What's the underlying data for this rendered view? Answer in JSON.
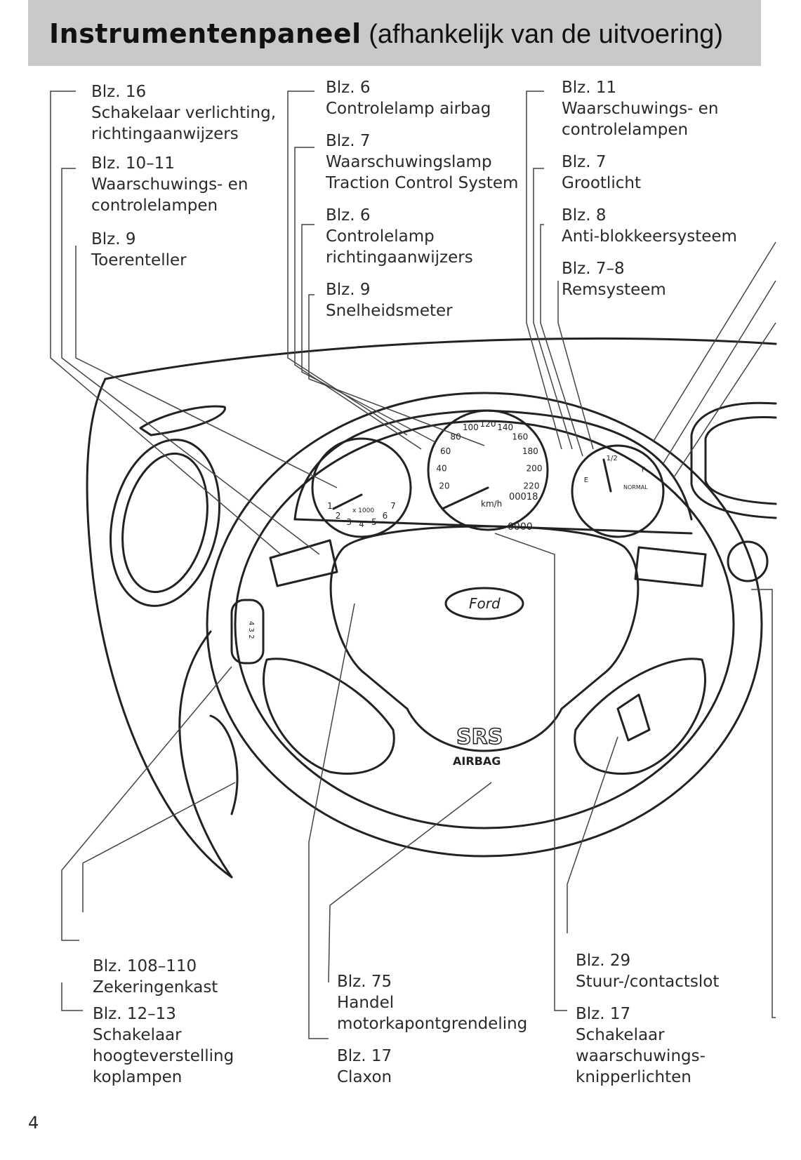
{
  "header": {
    "title_bold": "Instrumentenpaneel",
    "title_rest": "(afhankelijk van de uitvoering)"
  },
  "labels": {
    "l1": {
      "page": "Blz. 16",
      "lines": [
        "Schakelaar verlichting,",
        "richtingaanwijzers"
      ]
    },
    "l2": {
      "page": "Blz. 10–11",
      "lines": [
        "Waarschuwings- en",
        "controlelampen"
      ]
    },
    "l3": {
      "page": "Blz. 9",
      "lines": [
        "Toerenteller"
      ]
    },
    "m1": {
      "page": "Blz. 6",
      "lines": [
        "Controlelamp airbag"
      ]
    },
    "m2": {
      "page": "Blz. 7",
      "lines": [
        "Waarschuwingslamp",
        "Traction Control System"
      ]
    },
    "m3": {
      "page": "Blz. 6",
      "lines": [
        "Controlelamp",
        "richtingaanwijzers"
      ]
    },
    "m4": {
      "page": "Blz. 9",
      "lines": [
        "Snelheidsmeter"
      ]
    },
    "r1": {
      "page": "Blz. 11",
      "lines": [
        "Waarschuwings- en",
        "controlelampen"
      ]
    },
    "r2": {
      "page": "Blz. 7",
      "lines": [
        "Grootlicht"
      ]
    },
    "r3": {
      "page": "Blz. 8",
      "lines": [
        "Anti-blokkeersysteem"
      ]
    },
    "r4": {
      "page": "Blz. 7–8",
      "lines": [
        "Remsysteem"
      ]
    },
    "b1": {
      "page": "Blz. 108–110",
      "lines": [
        "Zekeringenkast"
      ]
    },
    "b2": {
      "page": "Blz. 12–13",
      "lines": [
        "Schakelaar",
        "hoogteverstelling",
        "koplampen"
      ]
    },
    "b3": {
      "page": "Blz. 75",
      "lines": [
        "Handel",
        "motorkapontgrendeling"
      ]
    },
    "b4": {
      "page": "Blz. 17",
      "lines": [
        "Claxon"
      ]
    },
    "b5": {
      "page": "Blz. 29",
      "lines": [
        "Stuur-/contactslot"
      ]
    },
    "b6": {
      "page": "Blz. 17",
      "lines": [
        "Schakelaar",
        "waarschuwings-",
        "knipperlichten"
      ]
    }
  },
  "diagram": {
    "tach_ticks": [
      "1",
      "2",
      "3",
      "4",
      "5",
      "6",
      "7"
    ],
    "tach_unit": "x 1000",
    "speedo_ticks": [
      "20",
      "40",
      "60",
      "80",
      "100",
      "120",
      "140",
      "160",
      "180",
      "200",
      "220"
    ],
    "speedo_unit": "km/h",
    "odometer": "00018",
    "trip": "0000",
    "fuel_marks": [
      "E",
      "1/2",
      "F"
    ],
    "temp_label": "NORMAL",
    "hvac_detent": "4 3 2",
    "brand": "Ford",
    "srs_label": "SRS",
    "airbag_label": "AIRBAG"
  },
  "page_number": "4"
}
